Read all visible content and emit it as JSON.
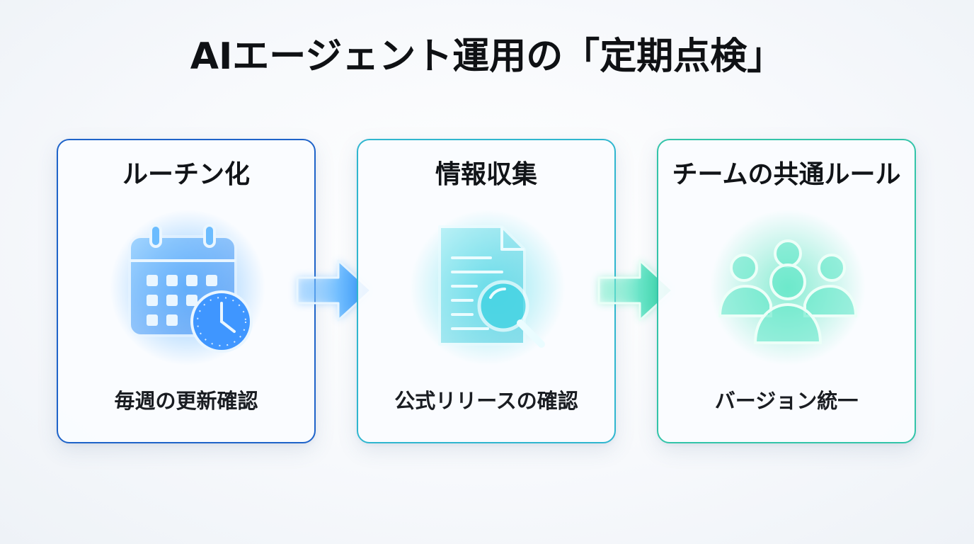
{
  "title": "AIエージェント運用の「定期点検」",
  "steps": [
    {
      "title": "ルーチン化",
      "subtitle": "毎週の更新確認",
      "icon": "calendar-clock-icon"
    },
    {
      "title": "情報収集",
      "subtitle": "公式リリースの確認",
      "icon": "document-search-icon"
    },
    {
      "title": "チームの共通ルール",
      "subtitle": "バージョン統一",
      "icon": "team-icon"
    }
  ],
  "colors": {
    "step1_border": "#1e63c9",
    "step2_border": "#2fb6cf",
    "step3_border": "#33c4a9",
    "icon_blue": "#3aa0ff",
    "icon_cyan": "#2fd0e0",
    "icon_green": "#2fe0b0"
  }
}
